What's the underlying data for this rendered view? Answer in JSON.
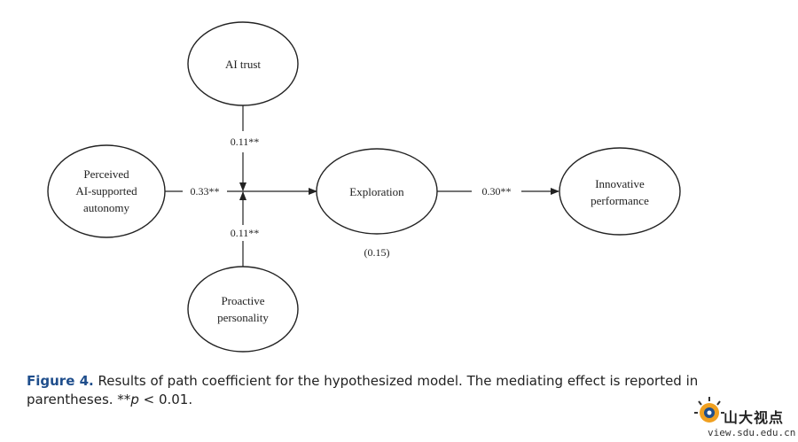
{
  "diagram": {
    "nodes": {
      "ai_trust": {
        "lines": [
          "AI trust"
        ]
      },
      "perceived_autonomy": {
        "lines": [
          "Perceived",
          "AI-supported",
          "autonomy"
        ]
      },
      "exploration": {
        "lines": [
          "Exploration"
        ]
      },
      "innovative_performance": {
        "lines": [
          "Innovative",
          "performance"
        ]
      },
      "proactive_personality": {
        "lines": [
          "Proactive",
          "personality"
        ]
      }
    },
    "edges": {
      "ai_trust_moderation": "0.11**",
      "autonomy_to_exploration": "0.33**",
      "personality_moderation": "0.11**",
      "exploration_to_performance": "0.30**"
    },
    "mediating_effect": "(0.15)"
  },
  "caption": {
    "label": "Figure 4.",
    "text_before": "Results of path coefficient for the hypothesized model. The mediating effect is reported in parentheses. **",
    "p_symbol": "p",
    "text_after": " < 0.01."
  },
  "watermark": {
    "name": "山大视点",
    "url": "view.sdu.edu.cn"
  }
}
